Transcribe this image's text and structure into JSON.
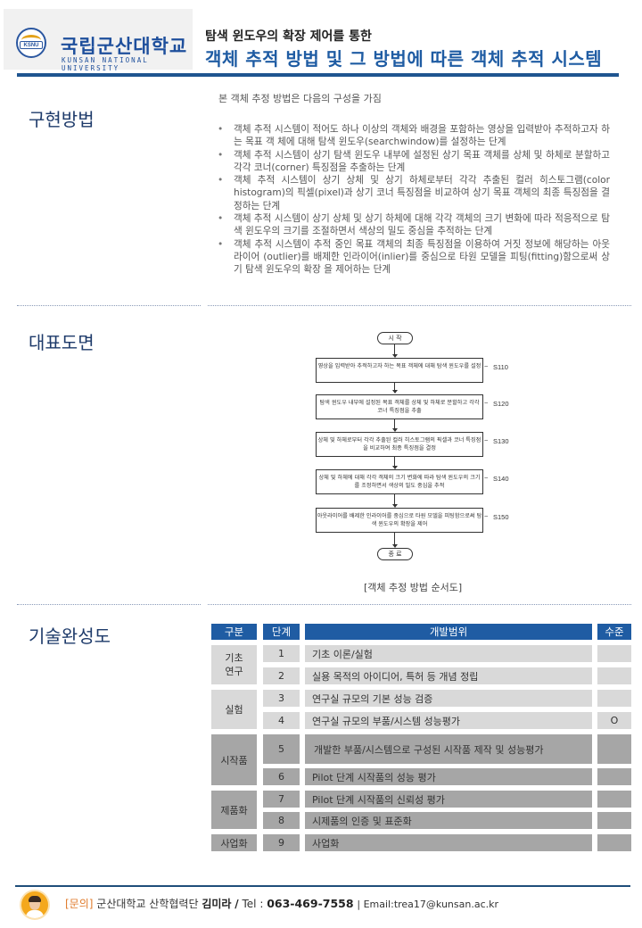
{
  "header": {
    "logo": {
      "emblem_text": "KSNU",
      "name": "국립군산대학교",
      "sub": "KUNSAN NATIONAL UNIVERSITY"
    },
    "subtitle": "탐색 윈도우의 확장 제어를 통한",
    "title": "객체 추적 방법 및 그 방법에 따른 객체 추적 시스템",
    "accent_color": "#1f5ca3"
  },
  "implementation": {
    "label": "구현방법",
    "intro": "본 객체 추정 방법은 다음의 구성을 가짐",
    "bullet_glyph": "•",
    "bullets": [
      "객체 추적 시스템이 적어도 하나 이상의 객체와 배경을 포함하는 영상을 입력받아 추적하고자 하는 목표 객 체에 대해 탐색 윈도우(searchwindow)를 설정하는 단계",
      "객체 추적 시스템이 상기 탐색 윈도우 내부에 설정된 상기 목표 객체를 상체 및 하체로 분할하고 각각 코너(corner) 특징점을 추출하는 단계",
      "객체 추적 시스템이 상기 상체 및 상기 하체로부터 각각 추출된 컬러 히스토그램(color histogram)의 픽셀(pixel)과 상기 코너 특징점을 비교하여 상기 목표 객체의 최종 특징점을 결정하는 단계",
      "객체 추적 시스템이 상기 상체 및 상기 하체에 대해 각각 객체의 크기 변화에 따라 적응적으로 탐색 윈도우의 크기를 조절하면서 색상의 밀도 중심을 추적하는 단계",
      "객체 추적 시스템이 추적 중인 목표 객체의 최종 특징점을 이용하여 거짓 정보에 해당하는 아웃라이어 (outlier)를 배제한 인라이어(inlier)를 중심으로 타원 모델을 피팅(fitting)함으로써 상기 탐색 윈도우의 확장 을 제어하는 단계"
    ]
  },
  "representative": {
    "label": "대표도면",
    "flowchart": {
      "start": "시 작",
      "end": "종 료",
      "steps": [
        {
          "id": "S110",
          "text": "영상을 입력받아 추적하고자 하는 목표 객체에 대해 탐색 윈도우를 설정"
        },
        {
          "id": "S120",
          "text": "탐색 윈도우 내부에 설정된 목표 객체를 상체 및 하체로 분할하고 각각 코너 특징점을 추출"
        },
        {
          "id": "S130",
          "text": "상체 및 하체로부터 각각 추출된 컬러 히스토그램의 픽셀과 코너 특징점을 비교하여 최종 특징점을 결정"
        },
        {
          "id": "S140",
          "text": "상체 및 하체에 대해 각각 객체의 크기 변화에 따라 탐색 윈도우의 크기를 조정하면서 색상의 밀도 중심을 추적"
        },
        {
          "id": "S150",
          "text": "아웃라이어를 배제한 인라이어를 중심으로 타원 모델을 피팅함으로써 탐색 윈도우의 확장을 제어"
        }
      ]
    },
    "caption": "[객체 추정 방법 순서도]"
  },
  "maturity": {
    "label": "기술완성도",
    "headers": {
      "category": "구분",
      "stage": "단계",
      "scope": "개발범위",
      "level": "수준"
    },
    "groups": [
      {
        "name": "기초\n연구",
        "name_line1": "기초",
        "name_line2": "연구"
      },
      {
        "name": "실험"
      },
      {
        "name": "시작품"
      },
      {
        "name": "제품화"
      },
      {
        "name": "사업화"
      }
    ],
    "rows": [
      {
        "stage": "1",
        "scope": "기초 이론/실험",
        "level": ""
      },
      {
        "stage": "2",
        "scope": "실용 목적의 아이디어, 특허 등 개념 정립",
        "level": ""
      },
      {
        "stage": "3",
        "scope": "연구실 규모의 기본 성능 검증",
        "level": ""
      },
      {
        "stage": "4",
        "scope": "연구실 규모의 부품/시스템 성능평가",
        "level": "O"
      },
      {
        "stage": "5",
        "scope": "개발한 부품/시스템으로  구성된 시작품 제작 및 성능평가",
        "level": ""
      },
      {
        "stage": "6",
        "scope": "Pilot 단계 시작품의 성능 평가",
        "level": ""
      },
      {
        "stage": "7",
        "scope": "Pilot 단계 시작품의 신뢰성 평가",
        "level": ""
      },
      {
        "stage": "8",
        "scope": "시제품의 인증 및 표준화",
        "level": ""
      },
      {
        "stage": "9",
        "scope": "사업화",
        "level": ""
      }
    ],
    "colors": {
      "header": "#1f5ca3",
      "light": "#d9d9d9",
      "dark": "#a6a6a6"
    }
  },
  "footer": {
    "inquiry": "[문의]",
    "org": "군산대학교 산학협력단",
    "contact_name": "김미라",
    "slash": "/",
    "tel_label": "Tel :",
    "tel": "063-469-7558",
    "email": "| Email:trea17@kunsan.ac.kr"
  }
}
